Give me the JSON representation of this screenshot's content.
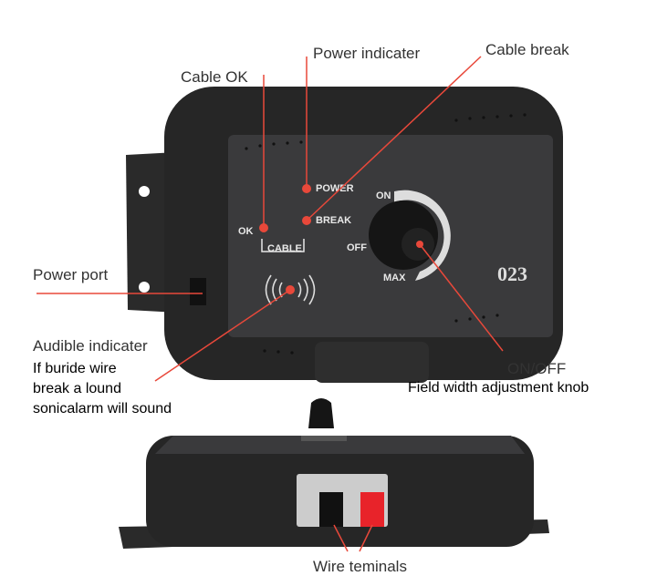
{
  "callouts": {
    "cable_ok": "Cable OK",
    "power_indicator": "Power indicater",
    "cable_break": "Cable break",
    "power_port": "Power port",
    "audible_indicator": "Audible indicater",
    "audible_desc": [
      "If buride wire",
      "break a lound",
      "sonicalarm will sound"
    ],
    "on_off": "ON/OFF",
    "knob_desc": "Field width adjustment knob",
    "wire_terminals": "Wire teminals"
  },
  "device": {
    "ok": "OK",
    "power": "POWER",
    "break": "BREAK",
    "cable": "CABLE",
    "on": "ON",
    "off": "OFF",
    "max": "MAX",
    "model": "023"
  },
  "colors": {
    "accent": "#e8483a",
    "body": "#2b2b2b",
    "face": "#3a3a3c"
  }
}
